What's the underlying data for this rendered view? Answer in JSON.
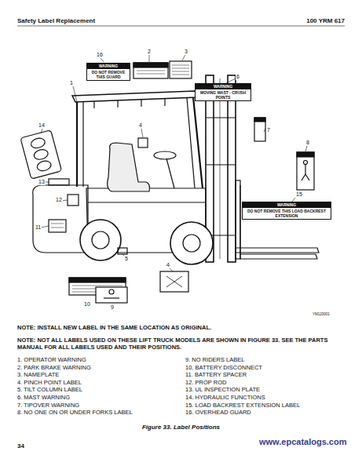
{
  "diagram": {
    "title": "Safety Label Replacement",
    "caption": "Figure 33. Label Positions",
    "nodes": [
      {
        "text": [
          "WARNING",
          "DO NOT REMOVE THIS GUARD"
        ]
      },
      {
        "text": [
          "WARNING",
          "MOVING MAST - CRUSH POINTS"
        ]
      },
      {
        "text": [
          "WARNING",
          "DO NOT REMOVE THIS LOAD BACKREST EXTENSION"
        ]
      }
    ],
    "labels": [
      "100 YRM 617",
      "16",
      "2",
      "3",
      "1",
      "6",
      "14",
      "4",
      "7",
      "8",
      "13",
      "12",
      "15",
      "11",
      "5",
      "4",
      "10",
      "9",
      "YM120001",
      "NOTE: INSTALL NEW LABEL IN THE SAME LOCATION AS ORIGINAL.",
      "NOTE: NOT ALL LABELS USED ON THESE LIFT TRUCK MODELS ARE SHOWN IN FIGURE 33. SEE THE PARTS MANUAL FOR ALL LABELS USED AND THEIR POSITIONS.",
      "1. OPERATOR WARNING",
      "2. PARK BRAKE WARNING",
      "3. NAMEPLATE",
      "4. PINCH POINT LABEL",
      "5. TILT COLUMN LABEL",
      "6. MAST WARNING",
      "7. TIPOVER WARNING",
      "8. NO ONE ON OR UNDER FORKS LABEL",
      "9. NO RIDERS LABEL",
      "10. BATTERY DISCONNECT",
      "11. BATTERY SPACER",
      "12. PROP ROD",
      "13. UL INSPECTION PLATE",
      "14. HYDRAULIC FUNCTIONS",
      "15. LOAD BACKREST EXTENSION LABEL",
      "16. OVERHEAD GUARD",
      "34",
      "www.epcatalogs.com"
    ]
  }
}
